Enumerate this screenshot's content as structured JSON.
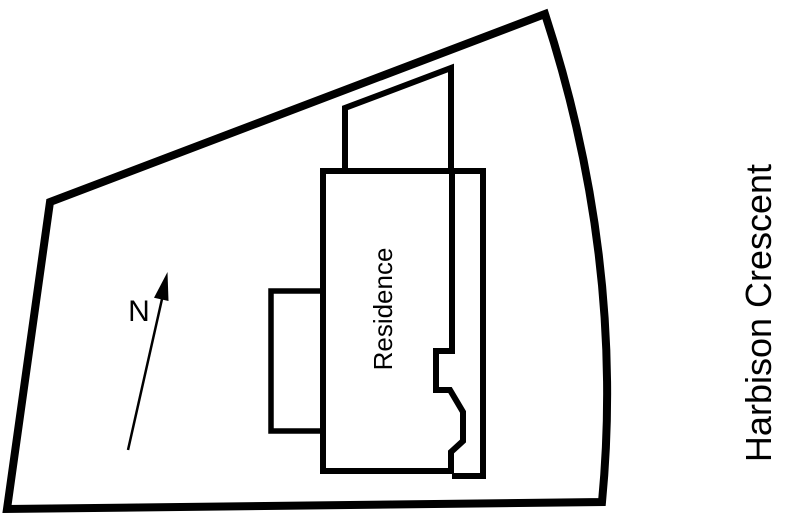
{
  "colors": {
    "background": "#ffffff",
    "ink": "#000000"
  },
  "plan": {
    "north_label": "N",
    "building_label": "Residence",
    "street_label": "Harbison Crescent"
  }
}
